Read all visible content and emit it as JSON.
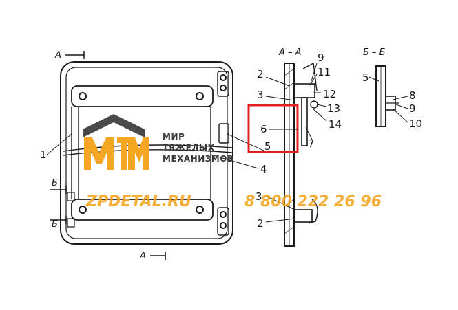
{
  "section_labels": {
    "a_left": "А",
    "a_bottom": "А",
    "b_left_top": "Б",
    "b_left_bottom": "Б",
    "aa": "А – А",
    "bb": "Б – Б"
  },
  "callouts": {
    "c1": "1",
    "c2_top": "2",
    "c3_top": "3",
    "c4": "4",
    "c5_mid": "5",
    "c6": "6",
    "c7": "7",
    "c9_top": "9",
    "c11": "11",
    "c12": "12",
    "c13": "13",
    "c14": "14",
    "c3_bottom": "3",
    "c2_bottom": "2",
    "c5_bb": "5",
    "c8": "8",
    "c9_bb": "9",
    "c10": "10"
  },
  "watermark": {
    "logo_line1": "МИР",
    "logo_line2": "ТЯЖЕЛЫХ",
    "logo_line3": "МЕХАНИЗМОВ",
    "site": "ZPDETAL.RU",
    "phone": "8 800 222 26 96"
  },
  "colors": {
    "line": "#1a1a1a",
    "highlight": "#e02020",
    "watermark_orange": "#f5a623",
    "watermark_gray": "#4a4a4a"
  }
}
